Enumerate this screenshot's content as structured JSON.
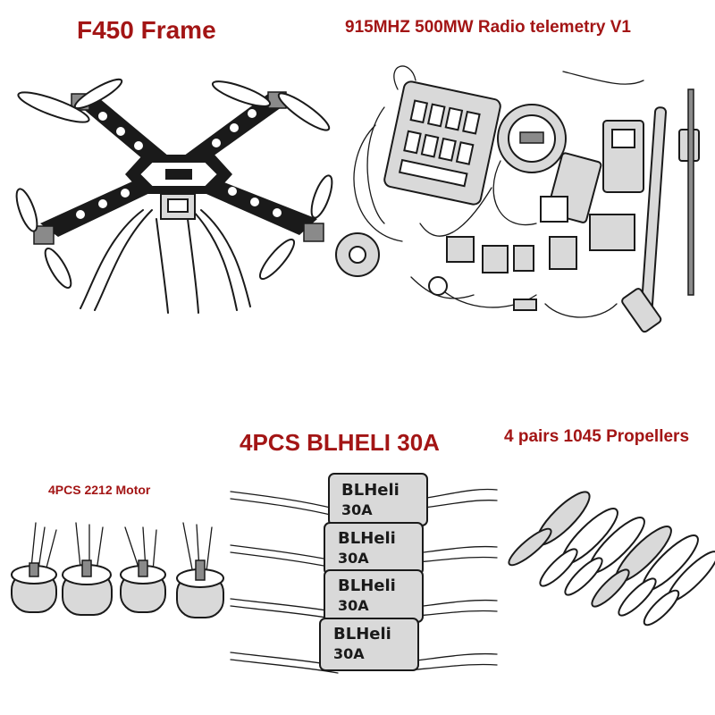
{
  "labels": {
    "frame": "F450 Frame",
    "telemetry": "915MHZ 500MW Radio telemetry V1",
    "esc": "4PCS BLHELI 30A",
    "propellers": "4  pairs 1045 Propellers",
    "motor": "4PCS 2212 Motor"
  },
  "esc_marking": {
    "brand": "BLHeli",
    "rating": "30A"
  },
  "colors": {
    "title_red": "#a31515",
    "line_art": "#1a1a1a",
    "background": "#ffffff"
  }
}
